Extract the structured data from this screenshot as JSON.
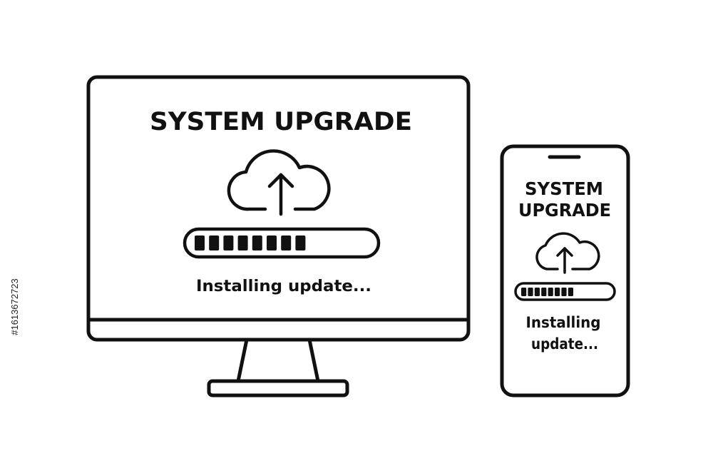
{
  "colors": {
    "ink": "#111111",
    "background": "#ffffff"
  },
  "monitor": {
    "title": "SYSTEM UPGRADE",
    "icon": "cloud-upload-icon",
    "progress": 8,
    "progress_total": 13,
    "status": "Installing update..."
  },
  "phone": {
    "title_line1": "SYSTEM",
    "title_line2": "UPGRADE",
    "icon": "cloud-upload-icon",
    "progress": 8,
    "progress_total": 13,
    "status_line1": "Installing",
    "status_line2": "update..."
  },
  "stock_id": "#1613672723"
}
